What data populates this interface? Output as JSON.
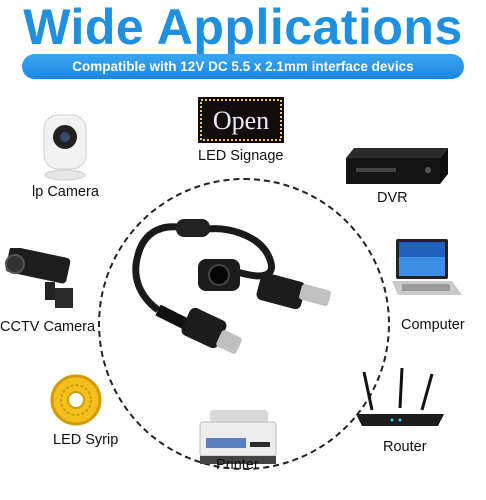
{
  "title": "Wide Applications",
  "subtitle": "Compatible with 12V DC 5.5 x 2.1mm interface devics",
  "applications": {
    "led_signage": "LED Signage",
    "dvr": "DVR",
    "ip_camera": "lp Camera",
    "cctv_camera": "CCTV Camera",
    "computer": "Computer",
    "led_strip": "LED Syrip",
    "printer": "Printer",
    "router": "Router"
  },
  "open_sign_text": "Open",
  "colors": {
    "title": "#1f8fe0",
    "banner": "#2196e8"
  }
}
